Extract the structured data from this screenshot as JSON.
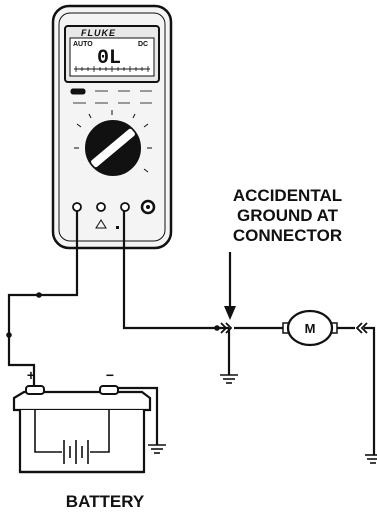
{
  "meter": {
    "brand": "FLUKE",
    "display_value": "0L",
    "mode_left": "AUTO",
    "mode_right": "DC"
  },
  "labels": {
    "accidental_ground": [
      "ACCIDENTAL",
      "GROUND AT",
      "CONNECTOR"
    ],
    "battery": "BATTERY",
    "motor": "M",
    "positive": "+",
    "negative": "−"
  },
  "colors": {
    "ink": "#111111",
    "meter_body": "#f4f4f4",
    "lcd": "#e8e8e8"
  }
}
